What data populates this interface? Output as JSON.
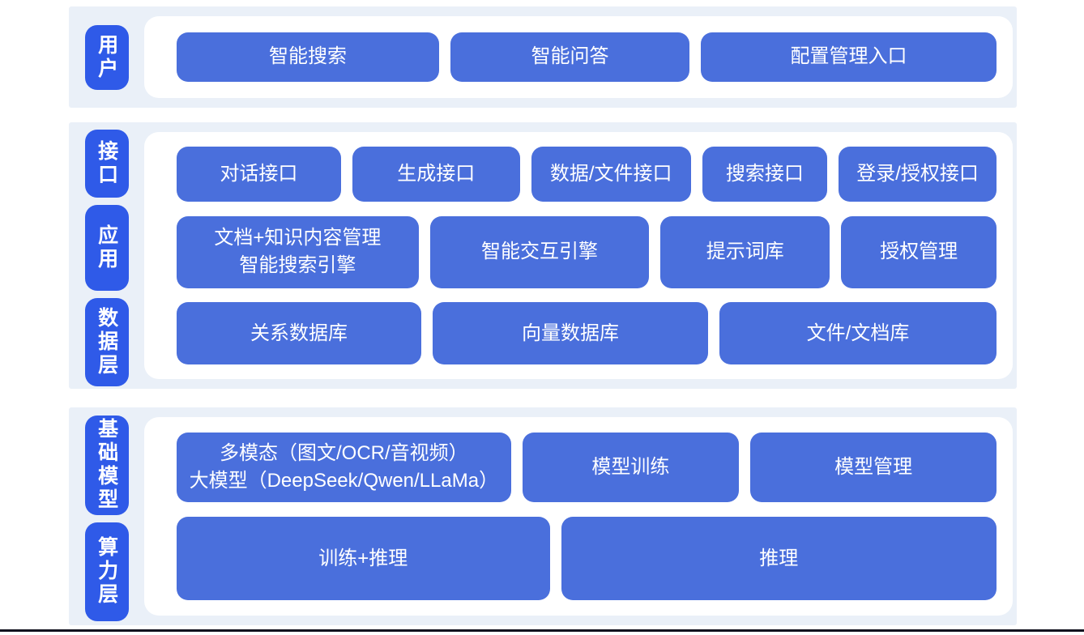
{
  "diagram": {
    "kind": "layered-architecture",
    "colors": {
      "band_bg": "#EAF0F8",
      "node_fill": "#4A6FDC",
      "layer_label_fill": "#2F5AE8",
      "text": "#FFFFFF",
      "bottom_rule": "#10101E"
    }
  },
  "sections": [
    {
      "id": "user-layer",
      "labels": [
        {
          "text": "用户"
        }
      ],
      "rows": [
        {
          "boxes": [
            {
              "text": "智能搜索"
            },
            {
              "text": "智能问答"
            },
            {
              "text": "配置管理入口"
            }
          ]
        }
      ]
    },
    {
      "id": "interface-app-data-layer",
      "labels": [
        {
          "text": "接口"
        },
        {
          "text": "应用"
        },
        {
          "text": "数据层"
        }
      ],
      "rows": [
        {
          "boxes": [
            {
              "text": "对话接口"
            },
            {
              "text": "生成接口"
            },
            {
              "text": "数据/文件接口"
            },
            {
              "text": "搜索接口"
            },
            {
              "text": "登录/授权接口"
            }
          ]
        },
        {
          "boxes": [
            {
              "text": "文档+知识内容管理\n智能搜索引擎"
            },
            {
              "text": "智能交互引擎"
            },
            {
              "text": "提示词库"
            },
            {
              "text": "授权管理"
            }
          ]
        },
        {
          "boxes": [
            {
              "text": "关系数据库"
            },
            {
              "text": "向量数据库"
            },
            {
              "text": "文件/文档库"
            }
          ]
        }
      ]
    },
    {
      "id": "foundation-compute-layer",
      "labels": [
        {
          "text": "基础模型"
        },
        {
          "text": "算力层"
        }
      ],
      "rows": [
        {
          "boxes": [
            {
              "text": "多模态（图文/OCR/音视频）\n大模型（DeepSeek/Qwen/LLaMa）"
            },
            {
              "text": "模型训练"
            },
            {
              "text": "模型管理"
            }
          ]
        },
        {
          "boxes": [
            {
              "text": "训练+推理"
            },
            {
              "text": "推理"
            }
          ]
        }
      ]
    }
  ]
}
